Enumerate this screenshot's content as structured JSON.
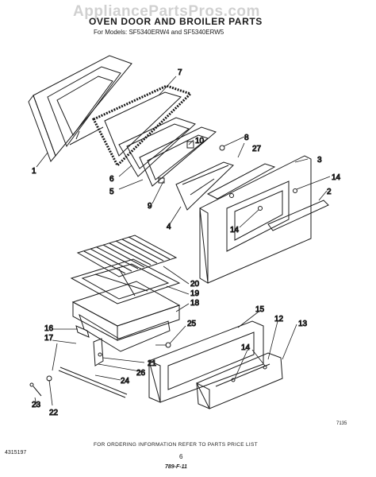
{
  "watermark": "AppliancePartsPros.com",
  "title": "OVEN DOOR AND BROILER PARTS",
  "subtitle": "For Models: SF5340ERW4 and SF5340ERW5",
  "footer_note": "FOR ORDERING INFORMATION REFER TO PARTS PRICE LIST",
  "doc_number": "4315197",
  "page_number": "6",
  "handwritten_note": "789-F-11",
  "figure_code": "7135",
  "callouts": {
    "c1": "1",
    "c2": "2",
    "c3": "3",
    "c4": "4",
    "c5": "5",
    "c6": "6",
    "c7": "7",
    "c8": "8",
    "c9": "9",
    "c10": "10",
    "c12": "12",
    "c13": "13",
    "c14a": "14",
    "c14b": "14",
    "c14c": "14",
    "c15": "15",
    "c16": "16",
    "c17": "17",
    "c18": "18",
    "c19": "19",
    "c20": "20",
    "c21": "21",
    "c22": "22",
    "c23": "23",
    "c24": "24",
    "c25": "25",
    "c26": "26",
    "c27": "27"
  }
}
